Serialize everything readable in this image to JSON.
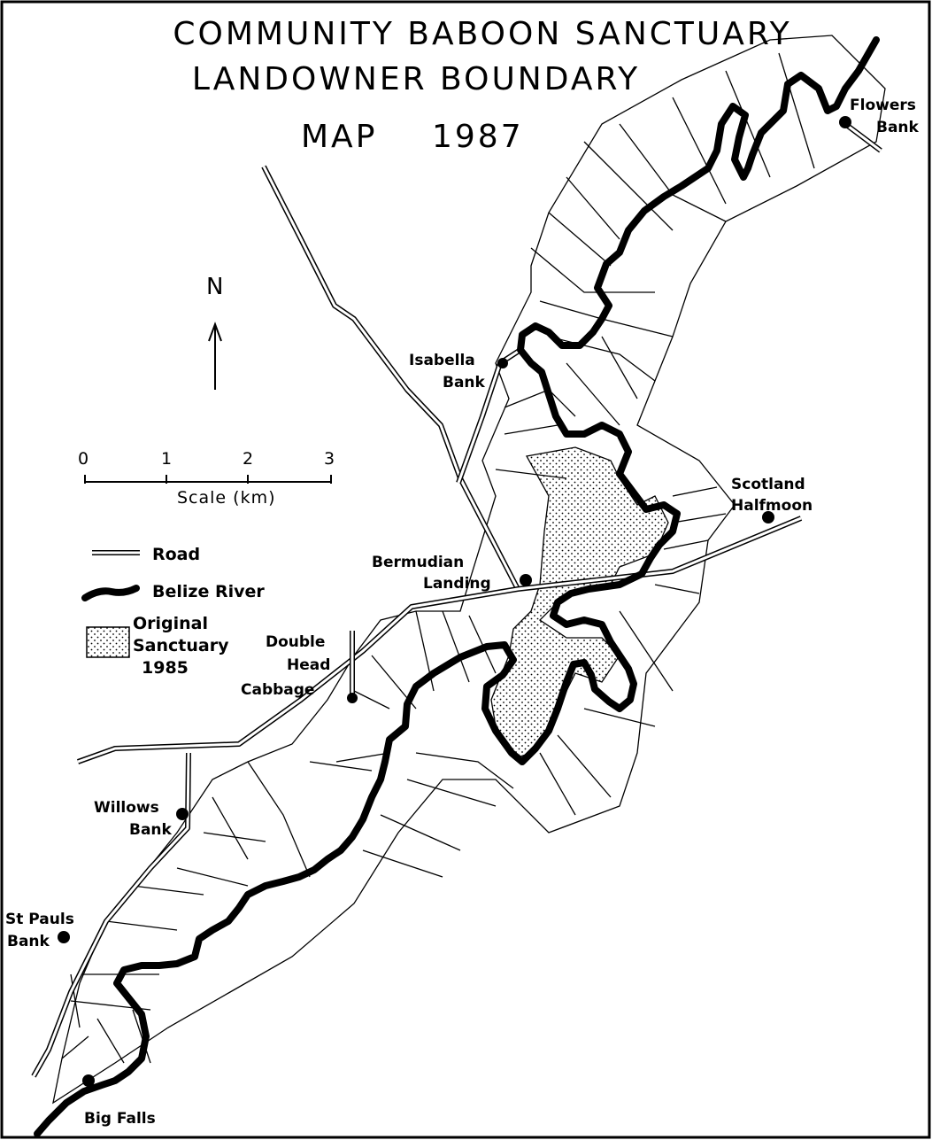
{
  "title": {
    "line1": "COMMUNITY BABOON SANCTUARY",
    "line2": "LANDOWNER BOUNDARY",
    "line3a": "MAP",
    "line3b": "1987"
  },
  "north": {
    "label": "N"
  },
  "scale": {
    "ticks": [
      "0",
      "1",
      "2",
      "3"
    ],
    "caption": "Scale (km)"
  },
  "legend": {
    "road": "Road",
    "river": "Belize River",
    "sanctuary_lines": [
      "Original",
      "Sanctuary",
      "1985"
    ]
  },
  "places": {
    "flowers_bank": [
      "Flowers",
      "Bank"
    ],
    "isabella_bank": [
      "Isabella",
      "Bank"
    ],
    "scotland_halfmoon": [
      "Scotland",
      "Halfmoon"
    ],
    "bermudian_landing": [
      "Bermudian",
      "Landing"
    ],
    "double_head_cabbage": [
      "Double",
      "Head",
      "Cabbage"
    ],
    "willows_bank": [
      "Willows",
      "Bank"
    ],
    "st_pauls_bank": [
      "St Pauls",
      "Bank"
    ],
    "big_falls": [
      "Big Falls"
    ]
  },
  "colors": {
    "ink": "#000000",
    "paper": "#ffffff"
  }
}
